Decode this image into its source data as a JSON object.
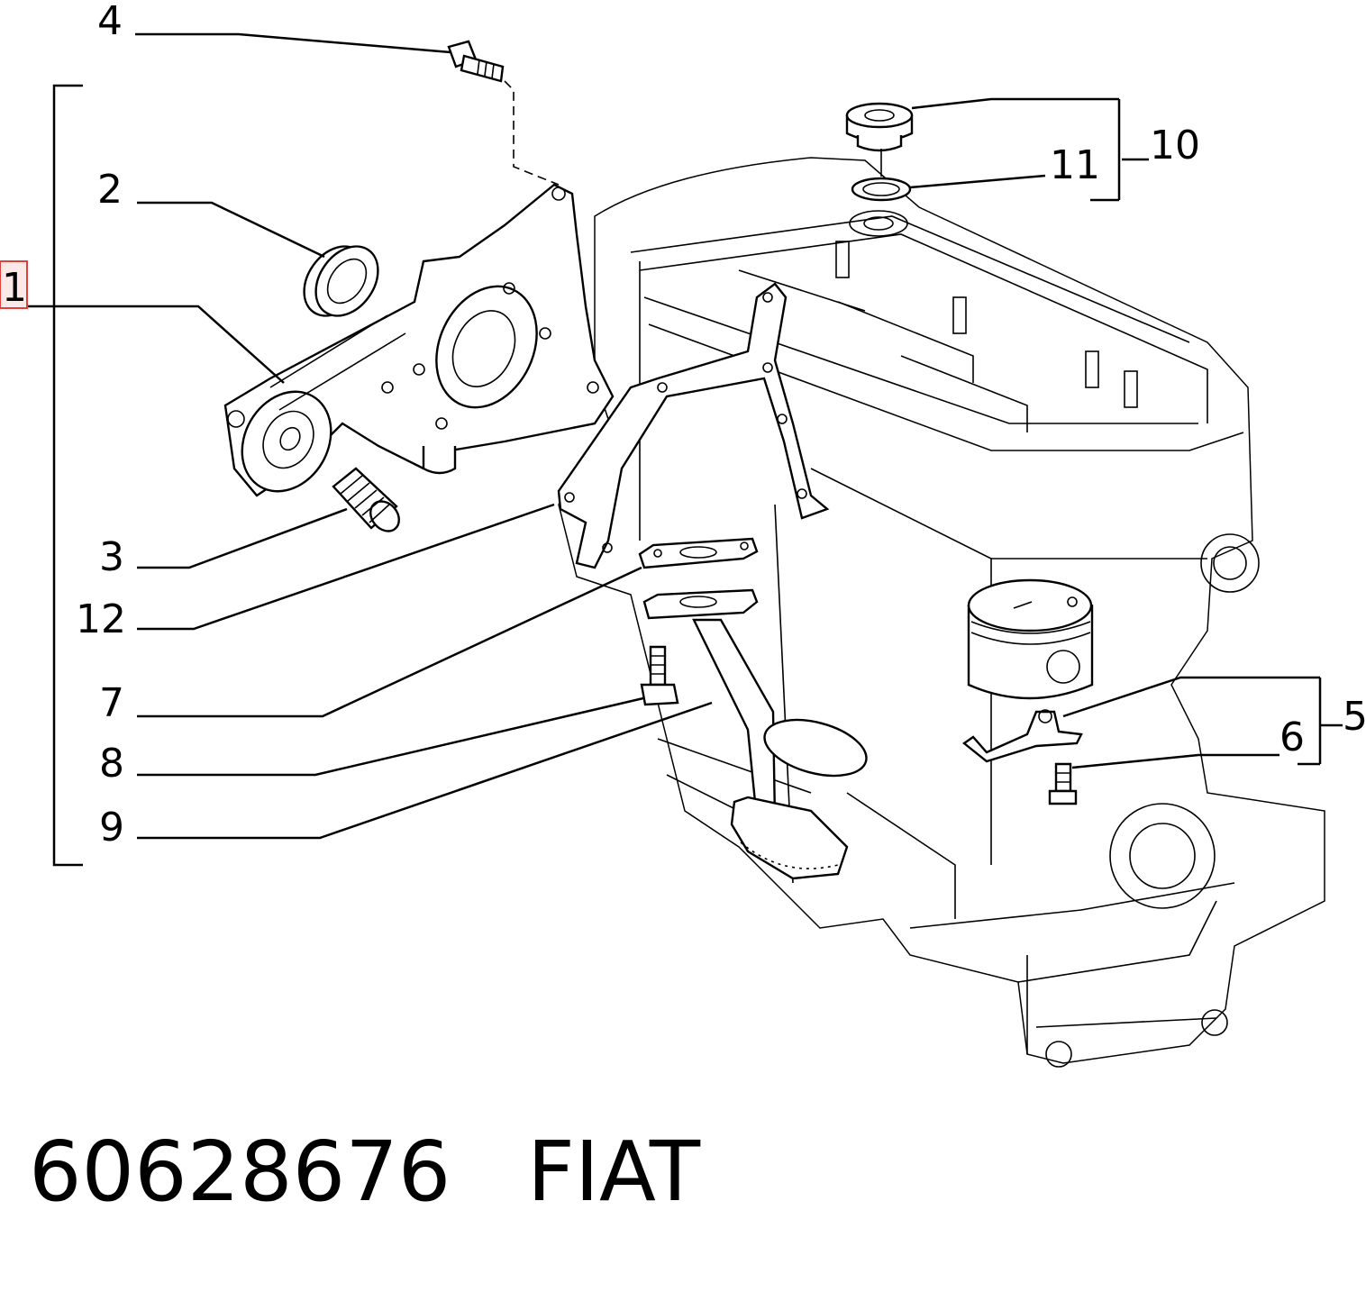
{
  "callouts": {
    "c1": "1",
    "c2": "2",
    "c3": "3",
    "c4": "4",
    "c5": "5",
    "c6": "6",
    "c7": "7",
    "c8": "8",
    "c9": "9",
    "c10": "10",
    "c11": "11",
    "c12": "12"
  },
  "footer": {
    "part_number": "60628676",
    "brand": "FIAT"
  },
  "colors": {
    "highlight_box": "#e0403c",
    "ink": "#000000"
  }
}
